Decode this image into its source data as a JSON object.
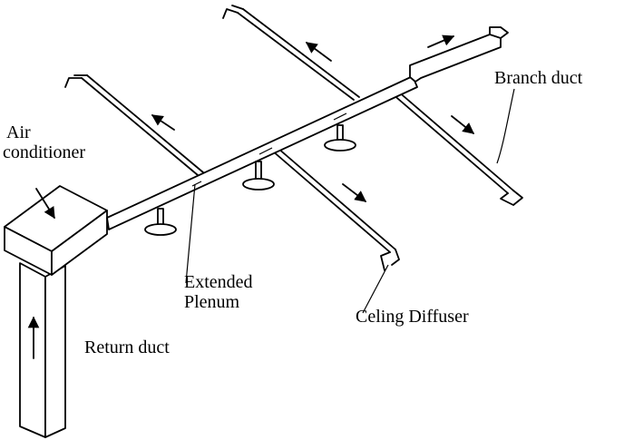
{
  "labels": {
    "air_conditioner_line1": "Air",
    "air_conditioner_line2": "conditioner",
    "branch_duct": "Branch duct",
    "extended_plenum_line1": "Extended",
    "extended_plenum_line2": "Plenum",
    "ceiling_diffuser": "Celing Diffuser",
    "return_duct": "Return duct"
  },
  "colors": {
    "ink": "#000000",
    "background": "#ffffff"
  }
}
